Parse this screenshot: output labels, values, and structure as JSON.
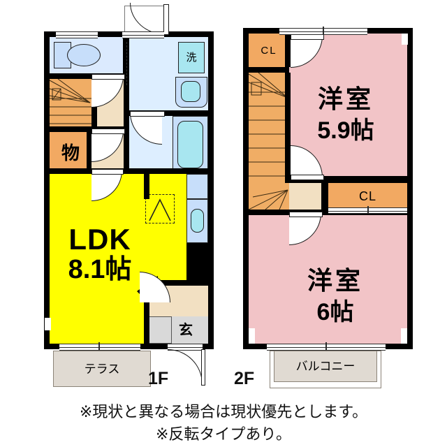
{
  "document": {
    "type": "floor-plan",
    "title": "2LDK maisonette floor plan",
    "notes": [
      "※現状と異なる場合は現状優先とします。",
      "※反転タイプあり。"
    ]
  },
  "floors": [
    {
      "tag": "1F",
      "rooms": [
        {
          "key": "ldk",
          "label": "LDK",
          "size": "8.1帖",
          "fill": "#ffff00"
        },
        {
          "key": "genkan",
          "label": "玄",
          "size": "",
          "fill": "#d9d9d9"
        },
        {
          "key": "storage",
          "label": "物",
          "size": "",
          "fill": "#f2a962"
        },
        {
          "key": "washer",
          "label": "洗",
          "size": "",
          "fill": "#a8e6f0"
        }
      ],
      "outdoor": {
        "label": "テラス"
      }
    },
    {
      "tag": "2F",
      "rooms": [
        {
          "key": "room1",
          "label": "洋室",
          "size": "5.9帖",
          "fill": "#f2c4c7"
        },
        {
          "key": "room2",
          "label": "洋室",
          "size": "6帖",
          "fill": "#f2c4c7"
        },
        {
          "key": "closet1",
          "label": "CL",
          "size": "",
          "fill": "#f2a962"
        },
        {
          "key": "closet2",
          "label": "CL",
          "size": "",
          "fill": "#f2a962"
        }
      ],
      "outdoor": {
        "label": "バルコニー"
      }
    }
  ],
  "labels": {
    "ldk_name": "LDK",
    "ldk_area": "8.1帖",
    "genkan": "玄",
    "storage": "物",
    "washer": "洗",
    "terrace": "テラス",
    "balcony": "バルコニー",
    "floor1": "1F",
    "floor2": "2F",
    "room_upper_name": "洋室",
    "room_upper_area": "5.9帖",
    "room_lower_name": "洋室",
    "room_lower_area": "6帖",
    "closet_upper": "CL",
    "closet_lower": "CL",
    "note_line1": "※現状と異なる場合は現状優先とします。",
    "note_line2": "※反転タイプあり。"
  },
  "colors": {
    "wall": "#000000",
    "ldk": "#ffff00",
    "tatami": "#f2c4c7",
    "closet": "#f2a962",
    "stairs": "#f0ad65",
    "hall": "#f2e0c2",
    "water": "#ddeeff",
    "fixture": "#a8e6f0",
    "genkan": "#d9d9d9",
    "outdoor": "#e0dad2"
  },
  "icons": {
    "door_swing": "door-swing-icon",
    "window": "sliding-window-icon",
    "stairs": "staircase-icon",
    "bathtub": "bathtub-icon",
    "toilet": "toilet-icon",
    "sink": "sink-icon",
    "washer_slot": "washing-machine-icon",
    "vent": "ceiling-vent-icon"
  }
}
